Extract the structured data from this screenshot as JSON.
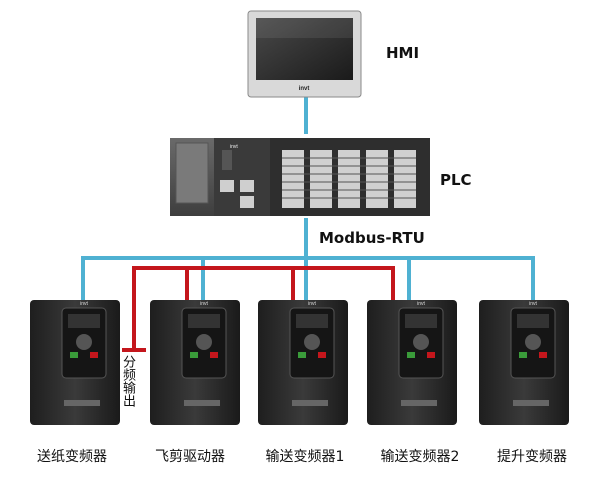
{
  "devices": {
    "hmi": {
      "label": "HMI",
      "brand": "invt"
    },
    "plc": {
      "label": "PLC",
      "brand": "invt"
    },
    "bus": {
      "label": "Modbus-RTU"
    }
  },
  "drives": [
    {
      "label": "送纸变频器",
      "brand": "invt"
    },
    {
      "label": "飞剪驱动器",
      "brand": "invt"
    },
    {
      "label": "输送变频器1",
      "brand": "invt"
    },
    {
      "label": "输送变频器2",
      "brand": "invt"
    },
    {
      "label": "提升变频器",
      "brand": "invt"
    }
  ],
  "annotations": {
    "frequency_output": "分频输出"
  },
  "colors": {
    "bus_line": "#4fb1d2",
    "signal_line": "#c4161c",
    "device_body": "#2b2b2b"
  }
}
